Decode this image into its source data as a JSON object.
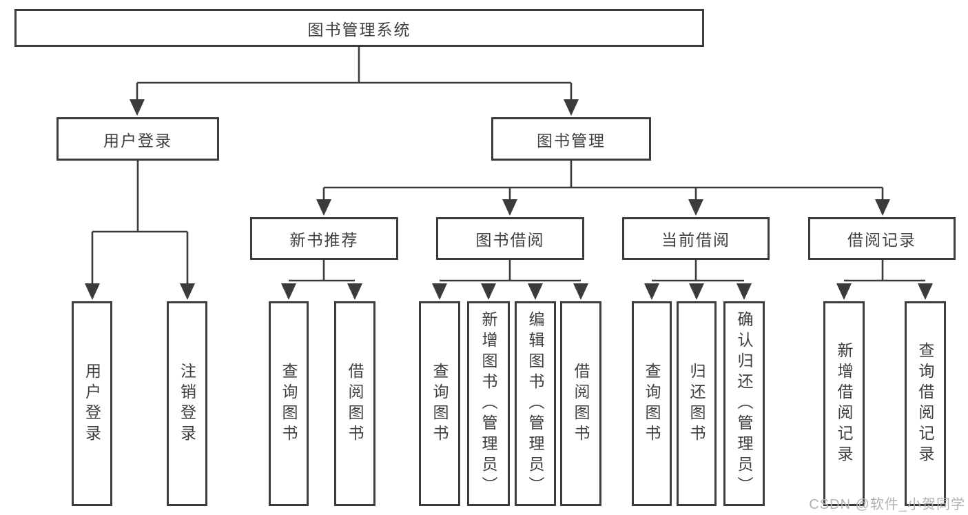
{
  "tree": {
    "label": "图书管理系统",
    "children": [
      {
        "label": "用户登录",
        "children": [
          {
            "label": "用户登录"
          },
          {
            "label": "注销登录"
          }
        ]
      },
      {
        "label": "图书管理",
        "children": [
          {
            "label": "新书推荐",
            "children": [
              {
                "label": "查询图书"
              },
              {
                "label": "借阅图书"
              }
            ]
          },
          {
            "label": "图书借阅",
            "children": [
              {
                "label": "查询图书"
              },
              {
                "label": "新增图书（管理员）"
              },
              {
                "label": "编辑图书（管理员）"
              },
              {
                "label": "借阅图书"
              }
            ]
          },
          {
            "label": "当前借阅",
            "children": [
              {
                "label": "查询图书"
              },
              {
                "label": "归还图书"
              },
              {
                "label": "确认归还（管理员）"
              }
            ]
          },
          {
            "label": "借阅记录",
            "children": [
              {
                "label": "新增借阅记录"
              },
              {
                "label": "查询借阅记录"
              }
            ]
          }
        ]
      }
    ]
  },
  "watermark": {
    "text": "CSDN @软件_小贺同学"
  },
  "colors": {
    "line": "#3b3b3b",
    "text": "#3f3f3f",
    "watermark": "#b2b2b2",
    "background": "#ffffff"
  }
}
